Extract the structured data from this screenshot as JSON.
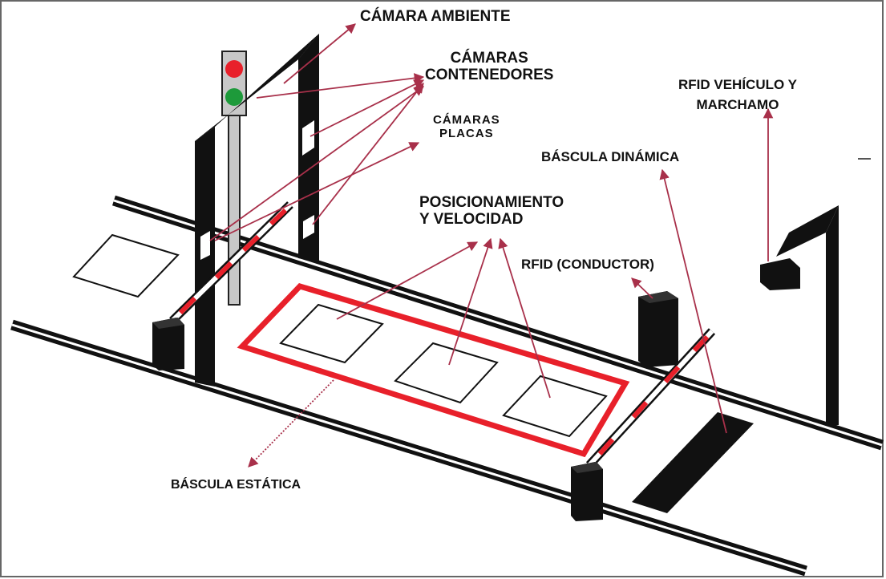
{
  "labels": {
    "camara_ambiente": "CÁMARA AMBIENTE",
    "camaras_contenedores_1": "CÁMARAS",
    "camaras_contenedores_2": "CONTENEDORES",
    "camaras_placas_1": "CÁMARAS",
    "camaras_placas_2": "PLACAS",
    "rfid_vehiculo_1": "RFID VEHÍCULO Y",
    "rfid_vehiculo_2": "MARCHAMO",
    "bascula_dinamica": "BÁSCULA DINÁMICA",
    "posicionamiento_1": "POSICIONAMIENTO",
    "posicionamiento_2": "Y VELOCIDAD",
    "rfid_conductor": "RFID (CONDUCTOR)",
    "bascula_estatica": "BÁSCULA ESTÁTICA"
  },
  "colors": {
    "structure": "#111111",
    "pointer": "#a8304a",
    "zone_outline": "#e8202a",
    "light_red": "#e8202a",
    "light_green": "#1d9a3a",
    "pole": "#c8c8c8"
  }
}
